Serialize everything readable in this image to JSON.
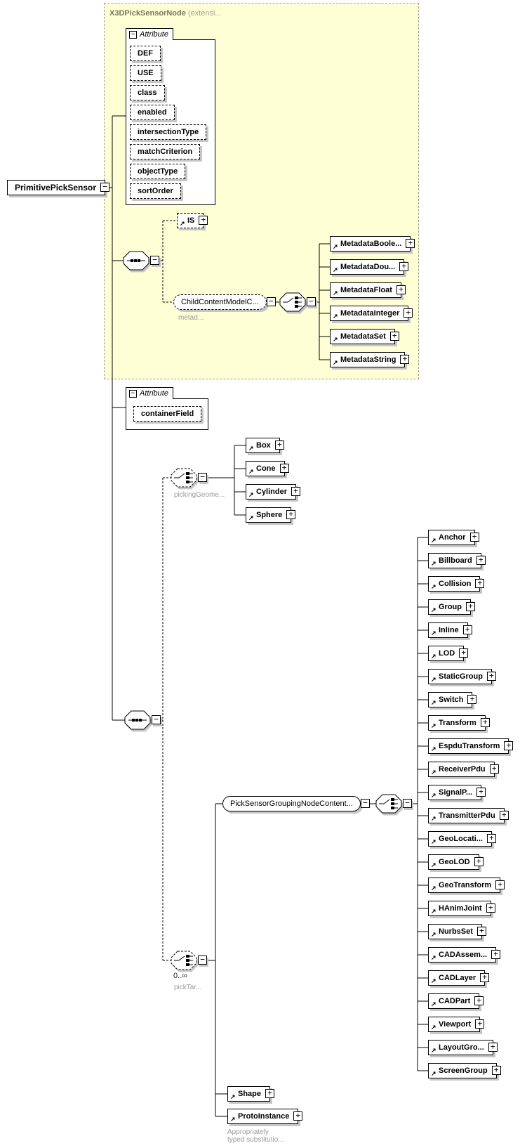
{
  "diagram": {
    "root_element": "PrimitivePickSensor",
    "base_type": {
      "name": "X3DPickSensorNode",
      "suffix": " (extensi..."
    },
    "attribute_group_label": "Attribute",
    "attributes": [
      "DEF",
      "USE",
      "class",
      "enabled",
      "intersectionType",
      "matchCriterion",
      "objectType",
      "sortOrder"
    ],
    "is_element": "IS",
    "child_content": {
      "label": "ChildContentModelC...",
      "caption": "metad..."
    },
    "metadata_elements": [
      "MetadataBoole...",
      "MetadataDou...",
      "MetadataFloat",
      "MetadataInteger",
      "MetadataSet",
      "MetadataString"
    ],
    "container_attribute": "containerField",
    "picking_geometry": {
      "caption": "pickingGeome...",
      "elements": [
        "Box",
        "Cone",
        "Cylinder",
        "Sphere"
      ]
    },
    "pick_target": {
      "occurrence": "0..∞",
      "caption": "pickTar...",
      "grouping_label": "PickSensorGroupingNodeContent...",
      "targets": [
        "Anchor",
        "Billboard",
        "Collision",
        "Group",
        "Inline",
        "LOD",
        "StaticGroup",
        "Switch",
        "Transform",
        "EspduTransform",
        "ReceiverPdu",
        "SignalP...",
        "TransmitterPdu",
        "GeoLocati...",
        "GeoLOD",
        "GeoTransform",
        "HAnimJoint",
        "NurbsSet",
        "CADAssem...",
        "CADLayer",
        "CADPart",
        "Viewport",
        "LayoutGro...",
        "ScreenGroup"
      ],
      "extra_elements": [
        "Shape",
        "ProtoInstance"
      ],
      "note_line1": "Appropriately",
      "note_line2": "typed substitutio..."
    }
  },
  "icons": {
    "plus": "+",
    "minus": "−",
    "ref_arrow": "↗"
  },
  "colors": {
    "frame_fill": "#ffffd6",
    "frame_border": "#9e9e9e",
    "shadow": "#c6c6c6",
    "caption_text": "#9b9b9b"
  }
}
